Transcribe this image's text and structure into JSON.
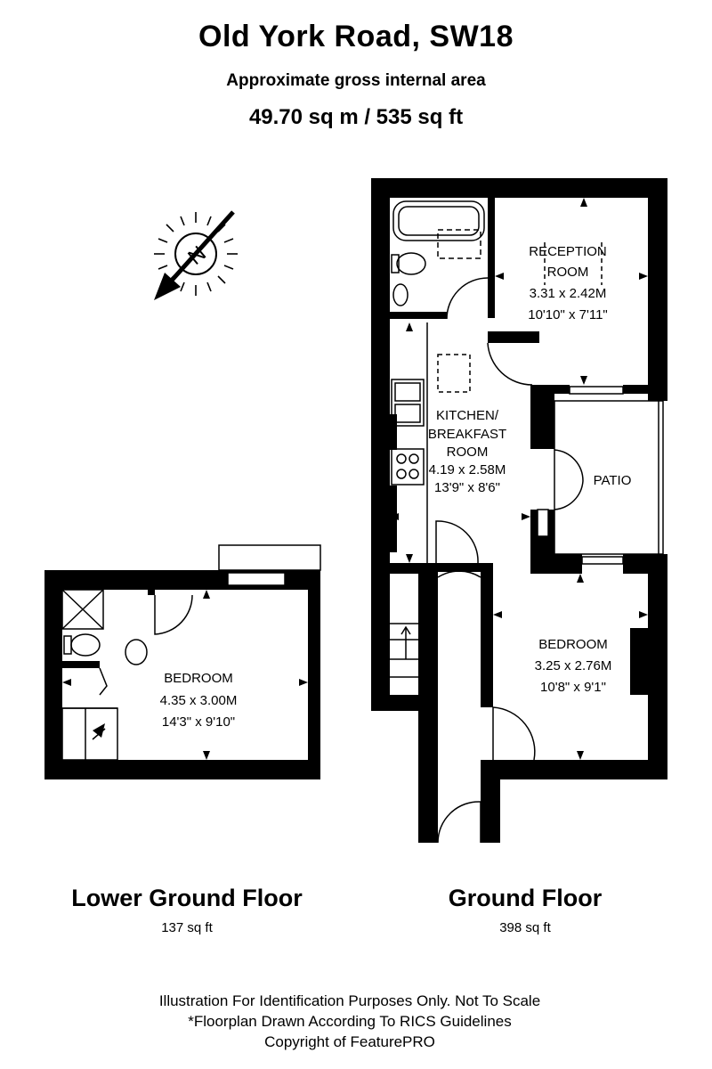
{
  "header": {
    "title": "Old York Road, SW18",
    "subtitle": "Approximate gross internal area",
    "area": "49.70 sq m /  535 sq ft"
  },
  "compass": {
    "label": "N"
  },
  "ground_floor": {
    "name": "Ground Floor",
    "area": "398 sq ft",
    "rooms": {
      "reception": {
        "name_line1": "RECEPTION",
        "name_line2": "ROOM",
        "metric": "3.31 x 2.42M",
        "imperial": "10'10\" x 7'11\""
      },
      "kitchen": {
        "name_line1": "KITCHEN/",
        "name_line2": "BREAKFAST",
        "name_line3": "ROOM",
        "metric": "4.19 x 2.58M",
        "imperial": "13'9\" x 8'6\""
      },
      "patio": {
        "name": "PATIO"
      },
      "bedroom": {
        "name": "BEDROOM",
        "metric": "3.25 x 2.76M",
        "imperial": "10'8\" x 9'1\""
      }
    }
  },
  "lower_ground_floor": {
    "name": "Lower Ground Floor",
    "area": "137 sq ft",
    "rooms": {
      "bedroom": {
        "name": "BEDROOM",
        "metric": "4.35 x 3.00M",
        "imperial": "14'3\" x 9'10\""
      }
    }
  },
  "footer": {
    "line1": "Illustration For Identification Purposes Only. Not To Scale",
    "line2": "*Floorplan Drawn According To RICS Guidelines",
    "line3": "Copyright of FeaturePRO"
  }
}
